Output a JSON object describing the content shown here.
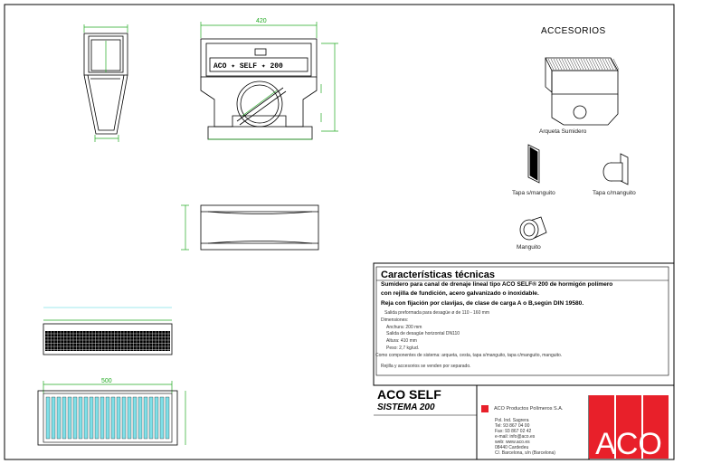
{
  "accessories": {
    "title": "ACCESORIOS",
    "items": [
      {
        "label": "Arqueta Sumidero"
      },
      {
        "label": "Tapa s/manguito"
      },
      {
        "label": "Tapa c/manguito"
      },
      {
        "label": "Manguito"
      }
    ]
  },
  "specs": {
    "title": "Características técnicas",
    "bold_lines": [
      "Sumidero para canal de drenaje lineal tipo ACO SELF® 200 de hormigón polímero",
      "con rejilla de fundición, acero galvanizado o inoxidable.",
      "Reja con fijación por clavijas, de clase de carga A o B,según DIN 19580."
    ],
    "small_lines": [
      "Salida preformada para desagüe ø de 110 - 160 mm",
      "Dimensiones:",
      "Anchura: 200 mm",
      "Salida de desagüe horizontal DN110",
      "Altura: 410 mm",
      "Peso: 2,7 kg/ud.",
      "Como componentes de sistema: arqueta, cesta, tapa s/manguito, tapa c/manguito, manguito.",
      "Rejilla y accesorios se venden por separado."
    ]
  },
  "title_block": {
    "product": "ACO SELF",
    "system": "SISTEMA  200",
    "company": "ACO Productos Polímeros S.A.",
    "address_lines": [
      "Pol. Ind. Sagrera",
      "Tel: 93 867 04 00",
      "Fax: 93 867 02 42",
      "e-mail: info@aco.es",
      "web: www.aco.es",
      "08440 Cardedeu",
      "C/. Barcelona, s/n (Barcelona)"
    ],
    "logo_text": "ACO"
  },
  "drawing_labels": {
    "front_width": "420",
    "grate_length": "500",
    "grate_text": "ACO ✦ SELF ✦ 200"
  },
  "colors": {
    "dimension": "#22aa22",
    "grate_fill": "#7fe0e8",
    "logo_red": "#e8202a"
  }
}
